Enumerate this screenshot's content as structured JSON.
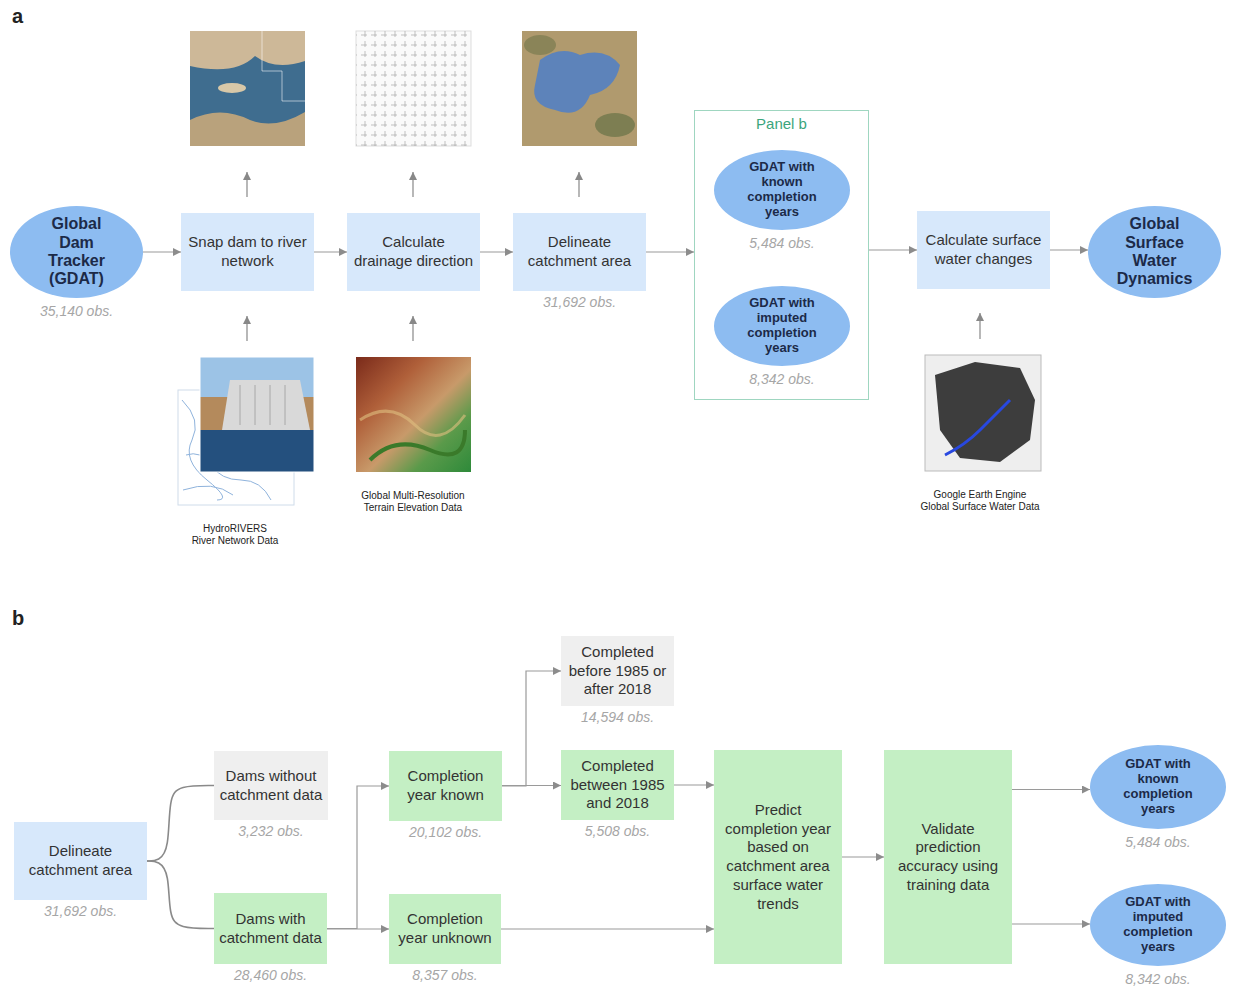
{
  "diagram": {
    "nodes": [
      {
        "text": [
          "Global Dam Tracker (GDAT)",
          "35,140 obs."
        ]
      },
      {
        "text": [
          "Snap dam to river network"
        ]
      },
      {
        "text": [
          "Calculate drainage direction"
        ]
      },
      {
        "text": [
          "Delineate catchment area",
          "31,692 obs."
        ]
      },
      {
        "text": [
          "Panel b"
        ]
      },
      {
        "text": [
          "GDAT with known completion years",
          "5,484 obs."
        ],
        "in": 4
      },
      {
        "text": [
          "GDAT with imputed completion years",
          "8,342 obs."
        ],
        "in": 4
      },
      {
        "text": [
          "Calculate surface water changes"
        ]
      },
      {
        "text": [
          "Global Surface Water Dynamics"
        ]
      },
      {
        "text": [
          "Delineate catchment area",
          "31,692 obs."
        ]
      },
      {
        "text": [
          "Dams without catchment data",
          "3,232 obs."
        ]
      },
      {
        "text": [
          "Dams with catchment data",
          "28,460 obs."
        ]
      },
      {
        "text": [
          "Completion year known",
          "20,102 obs."
        ]
      },
      {
        "text": [
          "Completion year unknown",
          "8,357 obs."
        ]
      },
      {
        "text": [
          "Completed before 1985 or after 2018",
          "14,594 obs."
        ]
      },
      {
        "text": [
          "Completed between 1985 and 2018",
          "5,508 obs."
        ]
      },
      {
        "text": [
          "Predict completion year based on catchment area surface water trends"
        ]
      },
      {
        "text": [
          "Validate prediction accuracy using training data"
        ]
      },
      {
        "text": [
          "GDAT with known completion years",
          "5,484 obs."
        ]
      },
      {
        "text": [
          "GDAT with imputed completion years",
          "8,342 obs."
        ]
      }
    ],
    "edges": [
      {
        "from": 0,
        "to": 1,
        "arrow": "to"
      },
      {
        "from": 1,
        "to": 2,
        "arrow": "to"
      },
      {
        "from": 2,
        "to": 3,
        "arrow": "to"
      },
      {
        "from": 3,
        "to": 4,
        "arrow": "to"
      },
      {
        "from": 4,
        "to": 7,
        "arrow": "to"
      },
      {
        "from": 7,
        "to": 8,
        "arrow": "to"
      },
      {
        "from": 9,
        "to": 10,
        "arrow": "none"
      },
      {
        "from": 9,
        "to": 11,
        "arrow": "none"
      },
      {
        "from": 11,
        "to": 12,
        "arrow": "to"
      },
      {
        "from": 11,
        "to": 13,
        "arrow": "to"
      },
      {
        "from": 12,
        "to": 14,
        "arrow": "to"
      },
      {
        "from": 12,
        "to": 15,
        "arrow": "to"
      },
      {
        "from": 15,
        "to": 16,
        "arrow": "to"
      },
      {
        "from": 13,
        "to": 16,
        "arrow": "to"
      },
      {
        "from": 16,
        "to": 17,
        "arrow": "to"
      },
      {
        "from": 17,
        "to": 18,
        "arrow": "to"
      },
      {
        "from": 17,
        "to": 19,
        "arrow": "to"
      }
    ],
    "labels": [
      "a",
      "HydroRIVERS River Network Data",
      "Global Multi-Resolution Terrain Elevation Data",
      "Google Earth Engine Global Surface Water Data",
      "b"
    ]
  }
}
